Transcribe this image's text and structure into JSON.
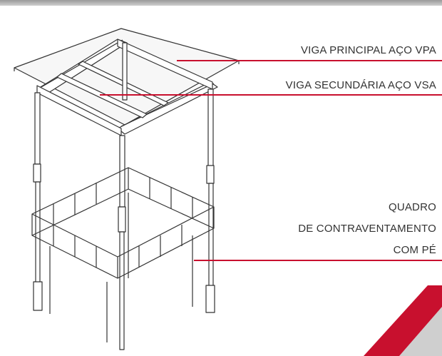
{
  "labels": {
    "main_beam": "VIGA PRINCIPAL AÇO VPA",
    "secondary_beam": "VIGA SECUNDÁRIA AÇO VSA",
    "frame_line1": "QUADRO",
    "frame_line2": "DE CONTRAVENTAMENTO",
    "frame_line3": "COM PÉ"
  },
  "colors": {
    "accent": "#c8102e",
    "corner_gray": "#cfcfcf",
    "text": "#333333",
    "drawing": "#333333"
  }
}
